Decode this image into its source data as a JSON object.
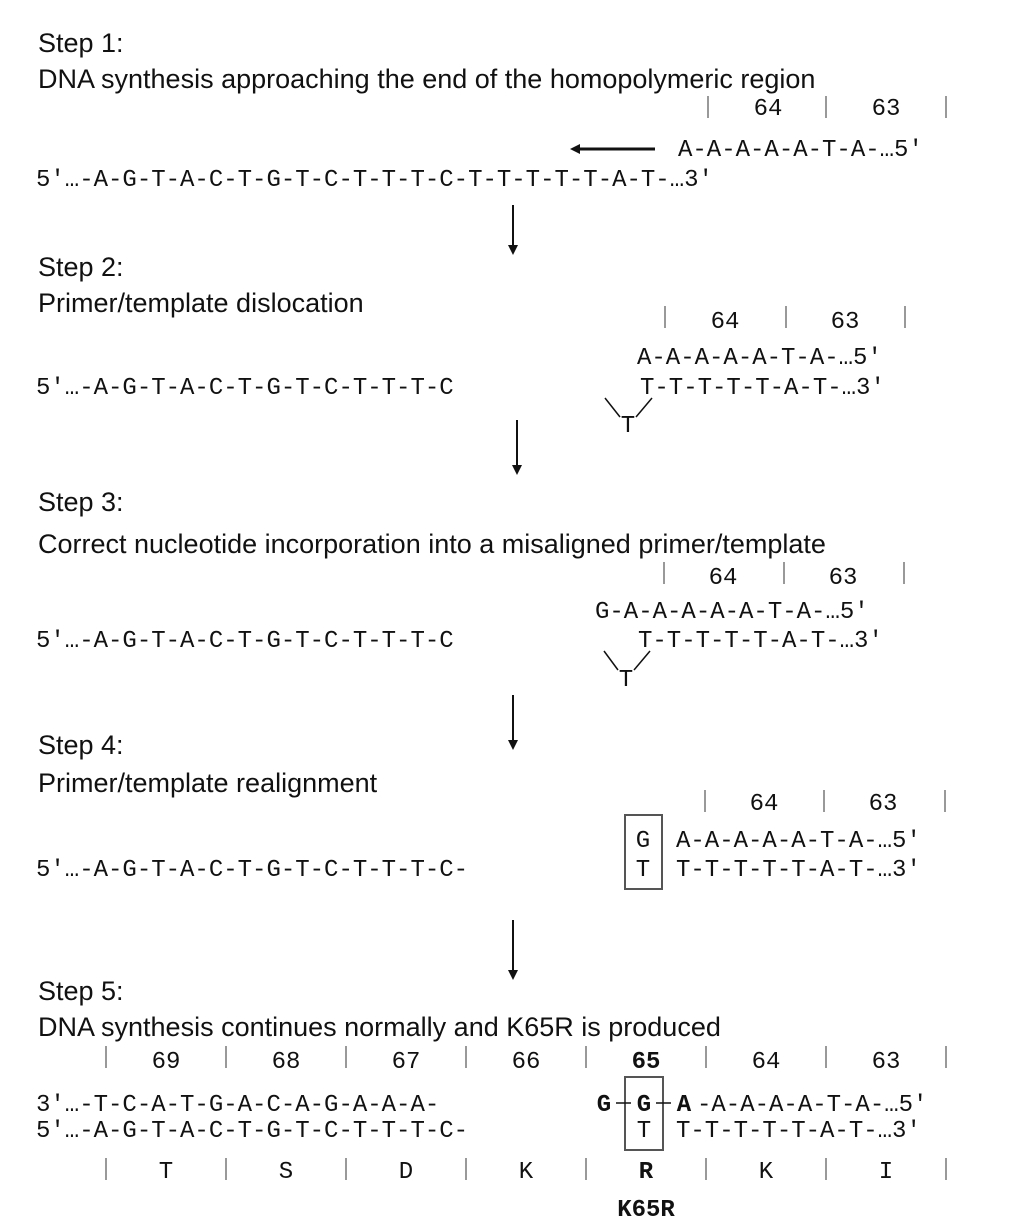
{
  "steps": [
    {
      "heading": "Step 1:",
      "description": "DNA synthesis approaching the end of the homopolymeric region",
      "codon_numbers": [
        "64",
        "63"
      ],
      "primer": "A-A-A-A-A-T-A-…5′",
      "template": "5′…-A-G-T-A-C-T-G-T-C-T-T-T-C-T-T-T-T-T-A-T-…3′"
    },
    {
      "heading": "Step 2:",
      "description": "Primer/template dislocation",
      "codon_numbers": [
        "64",
        "63"
      ],
      "primer": "A-A-A-A-A-T-A-…5′",
      "template_left": "5′…-A-G-T-A-C-T-G-T-C-T-T-T-C",
      "template_right": "T-T-T-T-T-A-T-…3′",
      "bulge": "T"
    },
    {
      "heading": "Step 3:",
      "description": "Correct nucleotide incorporation into a misaligned primer/template",
      "codon_numbers": [
        "64",
        "63"
      ],
      "primer": "G-A-A-A-A-A-T-A-…5′",
      "template_left": "5′…-A-G-T-A-C-T-G-T-C-T-T-T-C",
      "template_right": "T-T-T-T-T-A-T-…3′",
      "bulge": "T"
    },
    {
      "heading": "Step 4:",
      "description": "Primer/template realignment",
      "codon_numbers": [
        "64",
        "63"
      ],
      "primer_boxed": "G",
      "primer": "A-A-A-A-A-T-A-…5′",
      "template_left": "5′…-A-G-T-A-C-T-G-T-C-T-T-T-C-",
      "template_boxed": "T",
      "template_right": "T-T-T-T-T-A-T-…3′"
    },
    {
      "heading": "Step 5:",
      "description": "DNA synthesis continues normally and K65R is produced",
      "codon_numbers": [
        "69",
        "68",
        "67",
        "66",
        "65",
        "64",
        "63"
      ],
      "top_left": "3′…-T-C-A-T-G-A-C-A-G-A-A-A-",
      "top_bold_g1": "G",
      "top_bold_g2": "G",
      "top_bold_a": "A",
      "top_right": "-A-A-A-A-T-A-…5′",
      "bottom_left": "5′…-A-G-T-A-C-T-G-T-C-T-T-T-C-",
      "bottom_boxed": "T",
      "bottom_right": "T-T-T-T-T-A-T-…3′",
      "amino_acids": [
        "T",
        "S",
        "D",
        "K",
        "R",
        "K",
        "I"
      ],
      "mutation_label": "K65R"
    }
  ]
}
